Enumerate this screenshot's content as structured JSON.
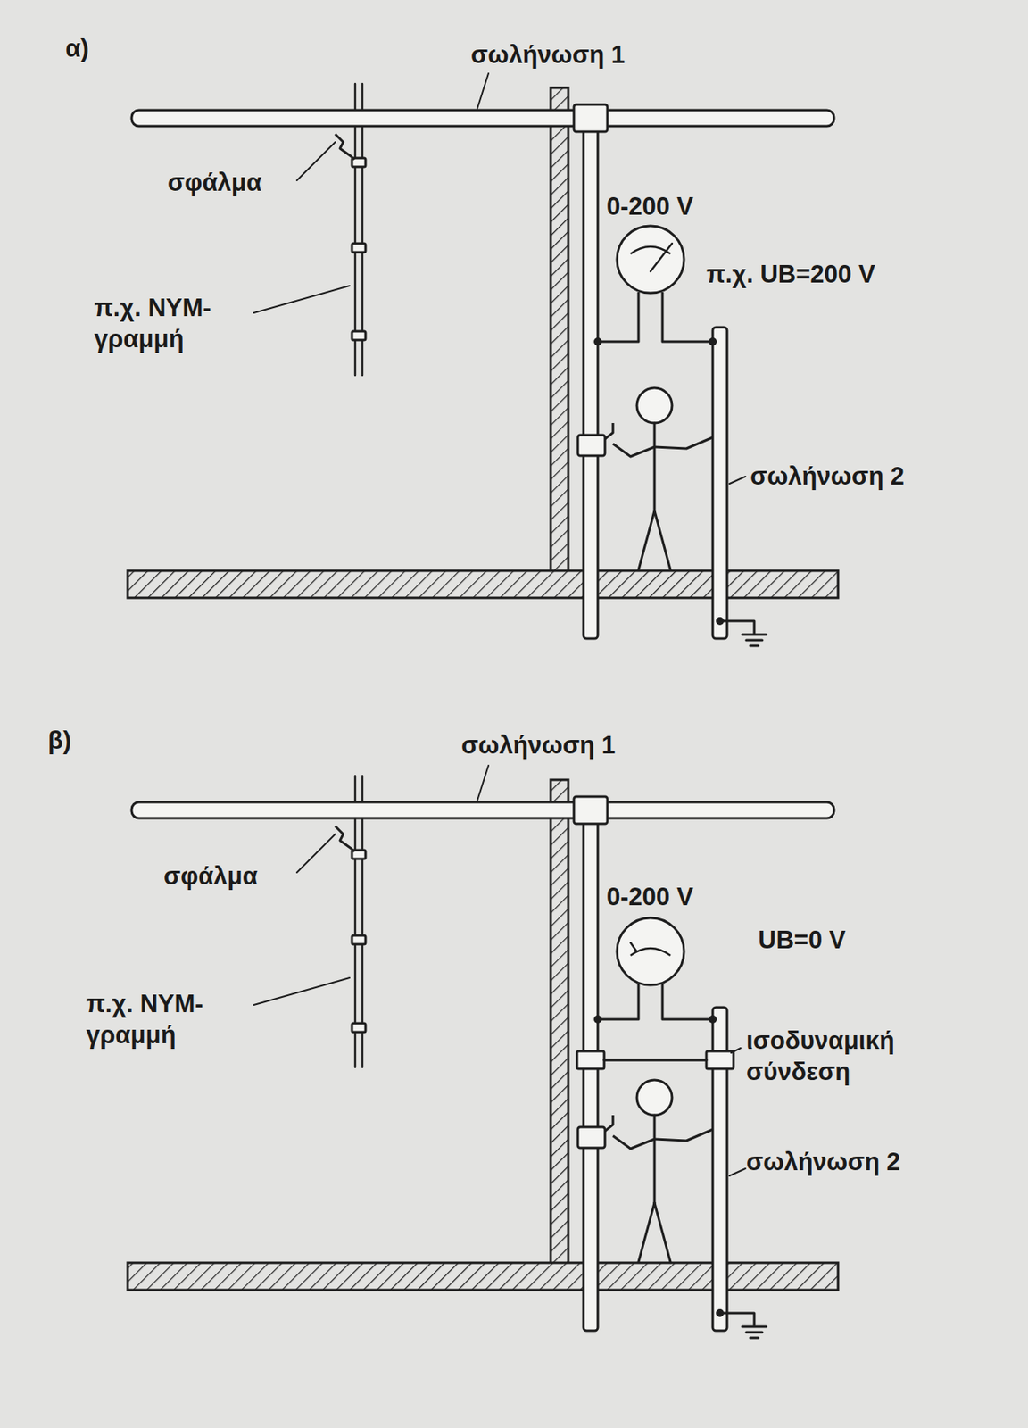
{
  "diagram": {
    "labels": [
      "α)",
      "σωλήνωση 1",
      "σφάλμα",
      "π.χ. NYM- γραμμή",
      "0-200 V",
      "π.χ. UB=200 V",
      "σωλήνωση 2",
      "β)",
      "σωλήνωση 1",
      "σφάλμα",
      "π.χ. NYM- γραμμή",
      "0-200 V",
      "UB=0 V",
      "ισοδυναμική σύνδεση",
      "σωλήνωση 2"
    ]
  }
}
